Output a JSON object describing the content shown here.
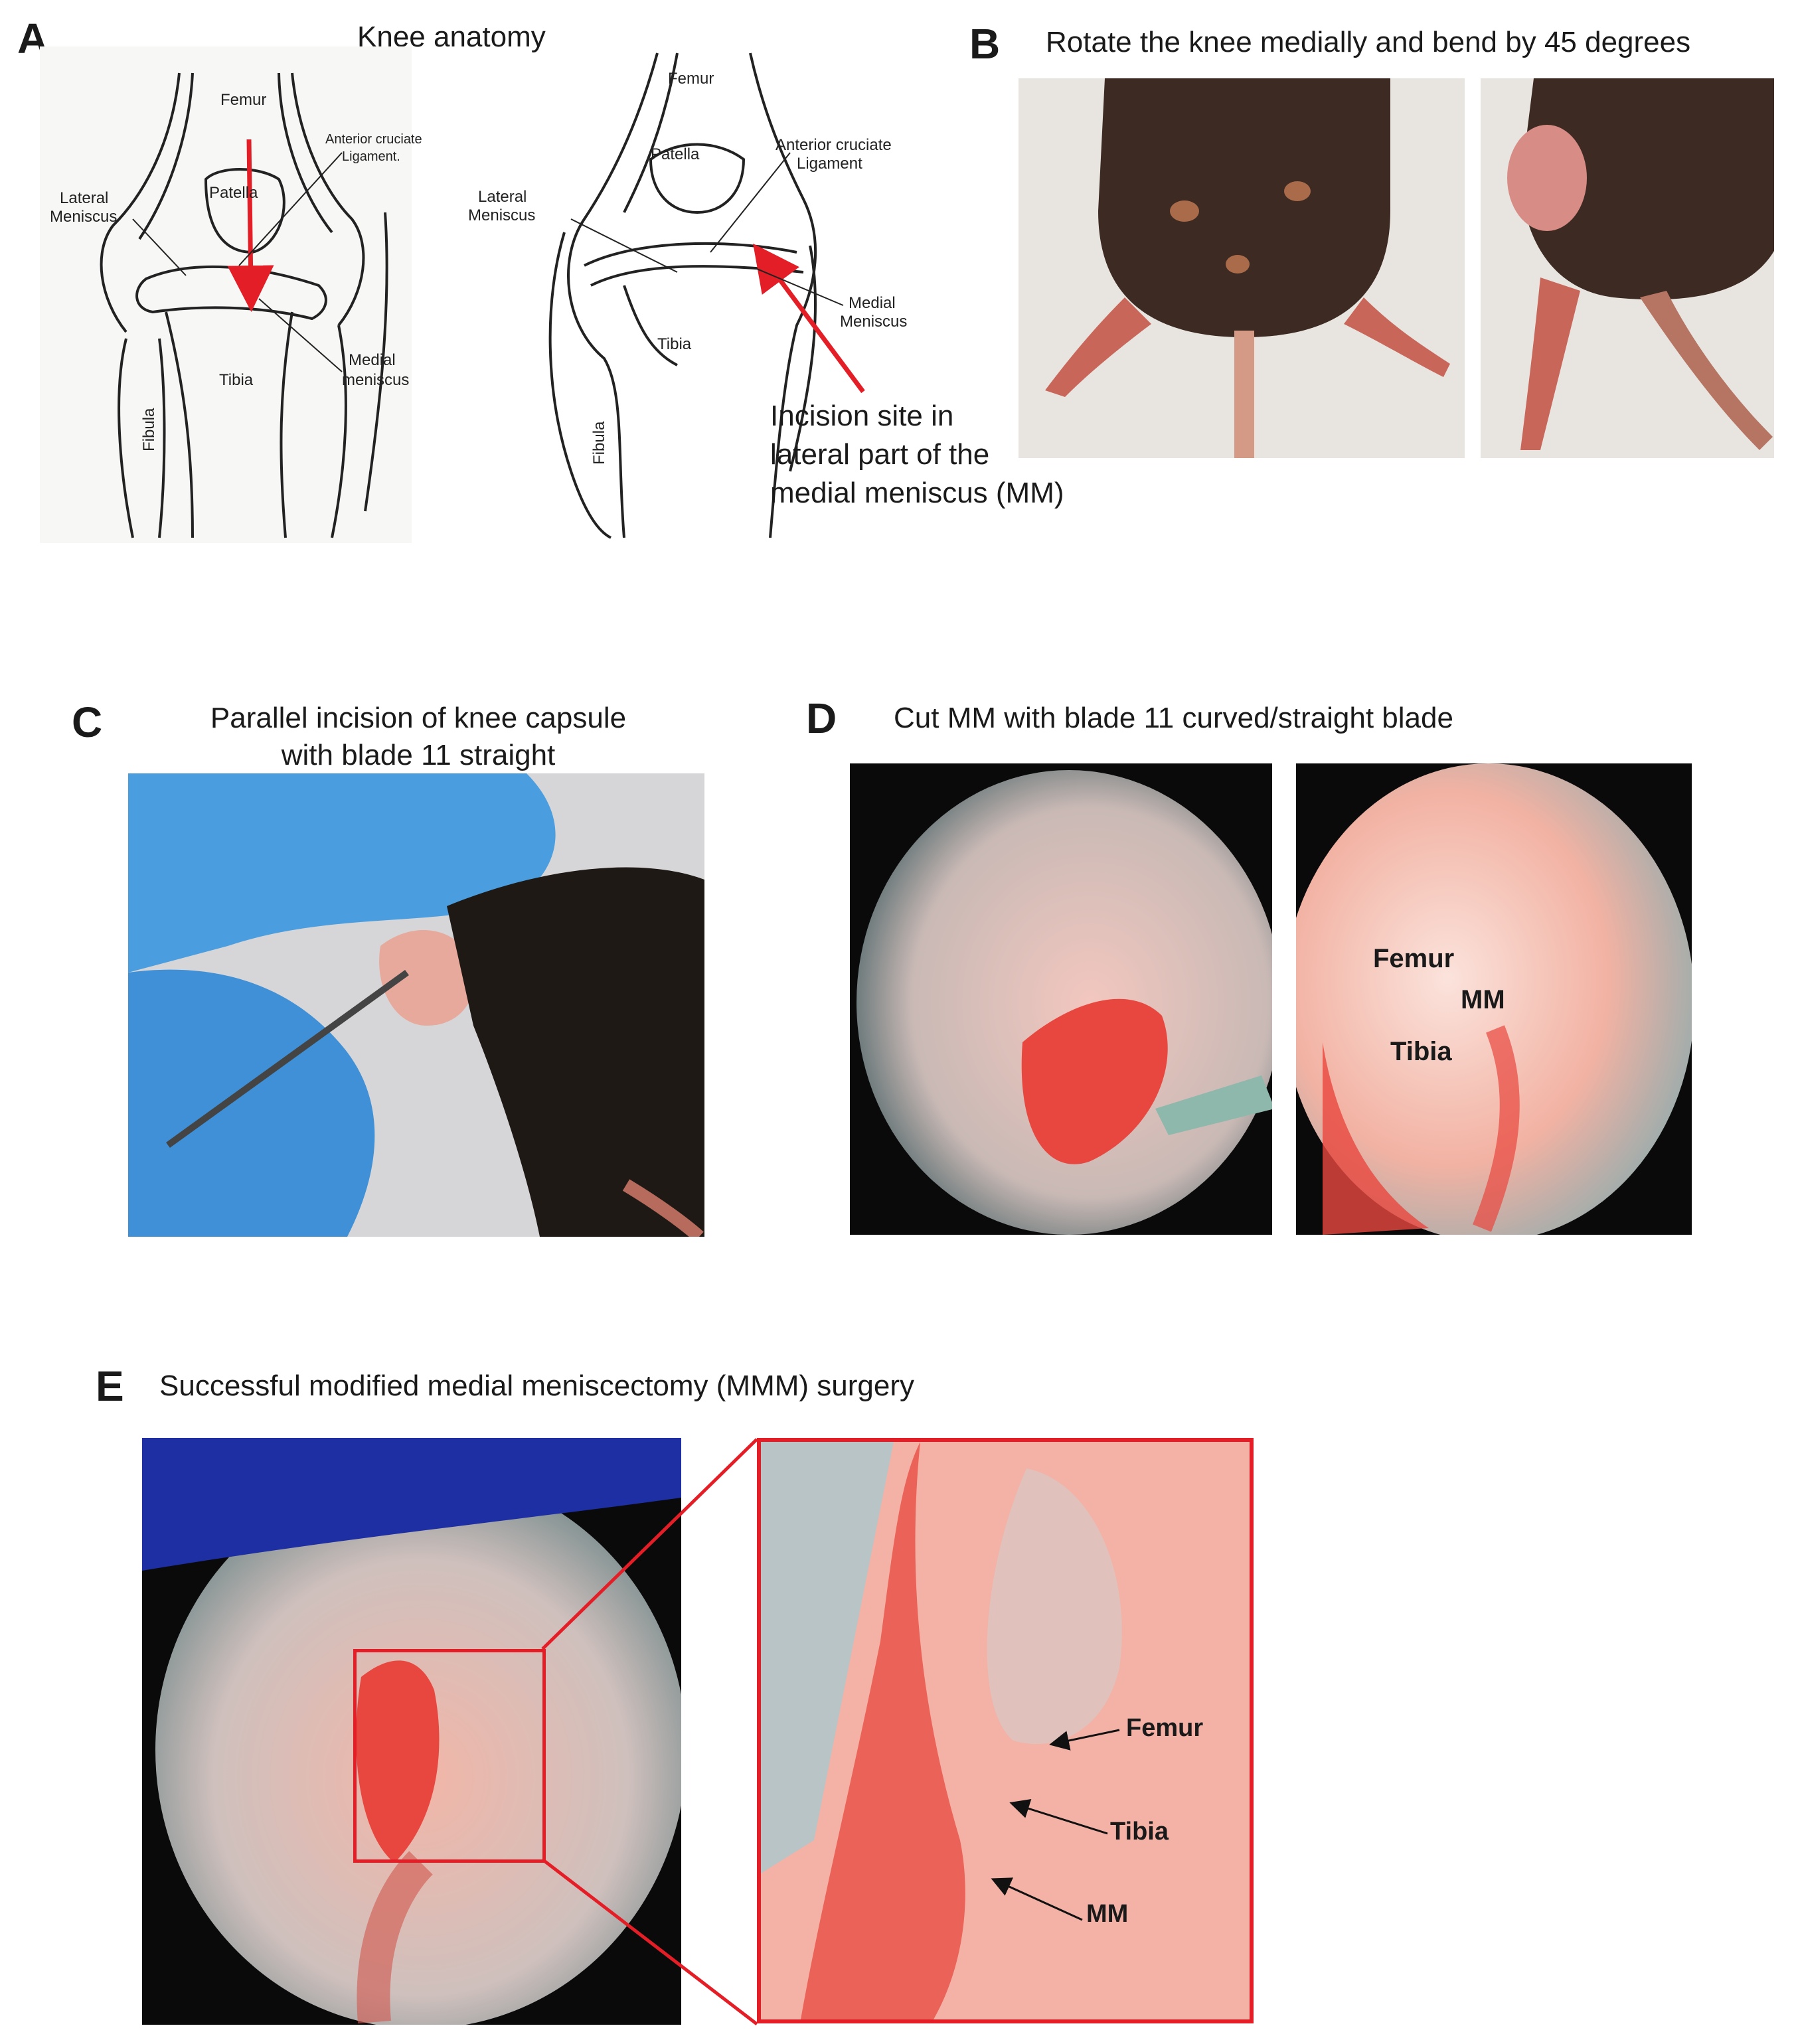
{
  "panels": {
    "A": {
      "letter": "A",
      "title": "Knee anatomy",
      "left_drawing": {
        "femur": "Femur",
        "acl_line1": "Anterior cruciate",
        "acl_line2": "Ligament.",
        "lateral_line1": "Lateral",
        "lateral_line2": "Meniscus",
        "patella": "Patella",
        "medial_line1": "Medial",
        "medial_line2": "meniscus",
        "tibia": "Tibia",
        "fibula": "Fibula"
      },
      "right_drawing": {
        "femur": "Femur",
        "patella": "Patella",
        "acl_line1": "Anterior cruciate",
        "acl_line2": "Ligament",
        "lateral_line1": "Lateral",
        "lateral_line2": "Meniscus",
        "medial_line1": "Medial",
        "medial_line2": "Meniscus",
        "tibia": "Tibia",
        "fibula": "Fibula"
      },
      "incision_line1": "Incision site in",
      "incision_line2": "lateral part of the",
      "incision_line3": "medial meniscus (MM)"
    },
    "B": {
      "letter": "B",
      "title": "Rotate the knee medially and bend by 45 degrees"
    },
    "C": {
      "letter": "C",
      "title_line1": "Parallel incision of knee capsule",
      "title_line2": "with blade 11 straight"
    },
    "D": {
      "letter": "D",
      "title": "Cut MM with blade 11 curved/straight blade",
      "labels": {
        "femur": "Femur",
        "mm": "MM",
        "tibia": "Tibia"
      }
    },
    "E": {
      "letter": "E",
      "title": "Successful modified medial meniscectomy (MMM) surgery",
      "labels": {
        "femur": "Femur",
        "tibia": "Tibia",
        "mm": "MM"
      }
    }
  },
  "colors": {
    "accent_red": "#e41e26",
    "glove_blue": "#3f9be0",
    "tissue_red": "#e8473f",
    "tissue_pink": "#f2a99a",
    "mouse_brown": "#3d2a22",
    "scope_black": "#0a0a0a"
  }
}
